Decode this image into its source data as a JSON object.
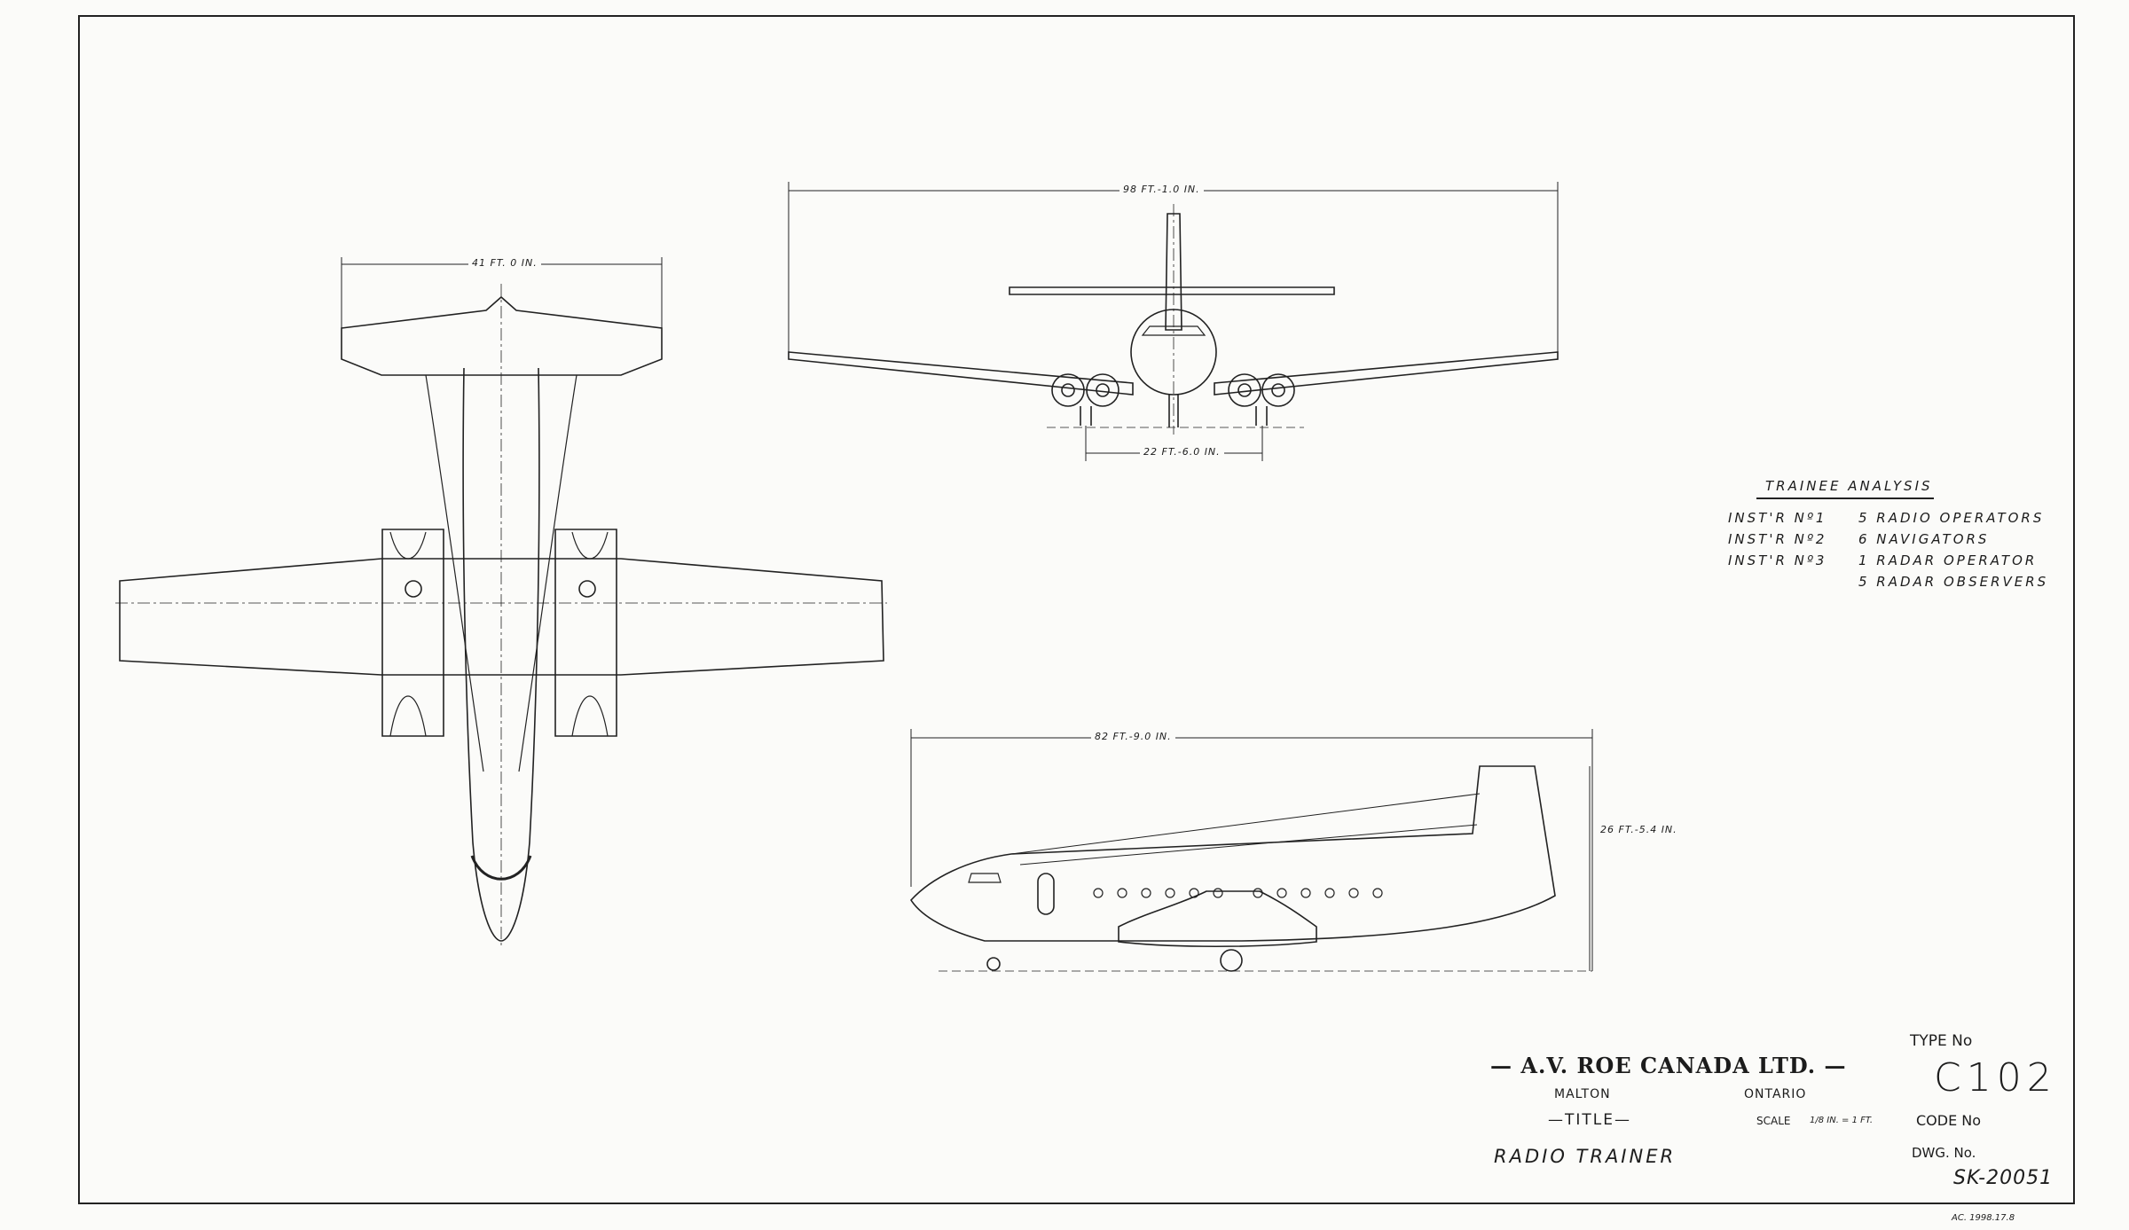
{
  "dimensions": {
    "top_view_tail_span": "41 FT. 0 IN.",
    "wing_span": "98 FT.-1.0 IN.",
    "track": "22 FT.-6.0 IN.",
    "length": "82 FT.-9.0 IN.",
    "height": "26 FT.-5.4 IN."
  },
  "trainee_analysis": {
    "heading": "TRAINEE ANALYSIS",
    "rows": [
      {
        "instructor": "INST'R Nº1",
        "trainees": "5 RADIO OPERATORS"
      },
      {
        "instructor": "INST'R Nº2",
        "trainees": "6 NAVIGATORS"
      },
      {
        "instructor": "INST'R Nº3",
        "trainees": "1 RADAR OPERATOR"
      },
      {
        "instructor": "",
        "trainees": "5 RADAR OBSERVERS"
      }
    ]
  },
  "title_block": {
    "company": "— A.V. ROE CANADA LTD. —",
    "city": "MALTON",
    "province": "ONTARIO",
    "title_label": "—TITLE—",
    "title": "RADIO TRAINER",
    "scale_label": "SCALE",
    "scale_value": "1/8 IN. = 1 FT.",
    "type_label": "TYPE No",
    "type_value": "C102",
    "code_label": "CODE No",
    "dwg_label": "DWG. No.",
    "dwg_value": "SK-20051"
  },
  "accession": "AC. 1998.17.8",
  "colors": {
    "paper": "#fbfbf9",
    "ink": "#1c1c1c"
  }
}
